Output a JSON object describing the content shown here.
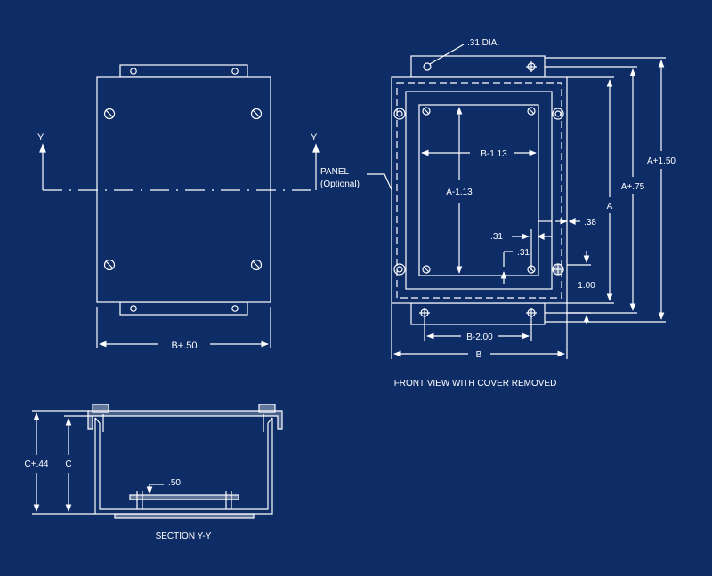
{
  "colors": {
    "background": "#0e2c66",
    "line": "#ffffff",
    "fill_light": "#ffffff"
  },
  "left_view": {
    "axis_label_left": "Y",
    "axis_label_right": "Y",
    "panel_label": "PANEL",
    "panel_optional": "(Optional)",
    "width_dim": "B+.50"
  },
  "front_view": {
    "hole_dia": ".31 DIA.",
    "dim_b_minus_113": "B-1.13",
    "dim_a_minus_113": "A-1.13",
    "dim_31_a": ".31",
    "dim_31_b": ".31",
    "dim_38": ".38",
    "dim_a": "A",
    "dim_a_plus_75": "A+.75",
    "dim_a_plus_150": "A+1.50",
    "dim_100": "1.00",
    "dim_b_minus_200": "B-2.00",
    "dim_b": "B",
    "caption": "FRONT VIEW WITH COVER REMOVED"
  },
  "section_view": {
    "dim_c_plus_44": "C+.44",
    "dim_c": "C",
    "dim_50": ".50",
    "caption": "SECTION Y-Y"
  }
}
